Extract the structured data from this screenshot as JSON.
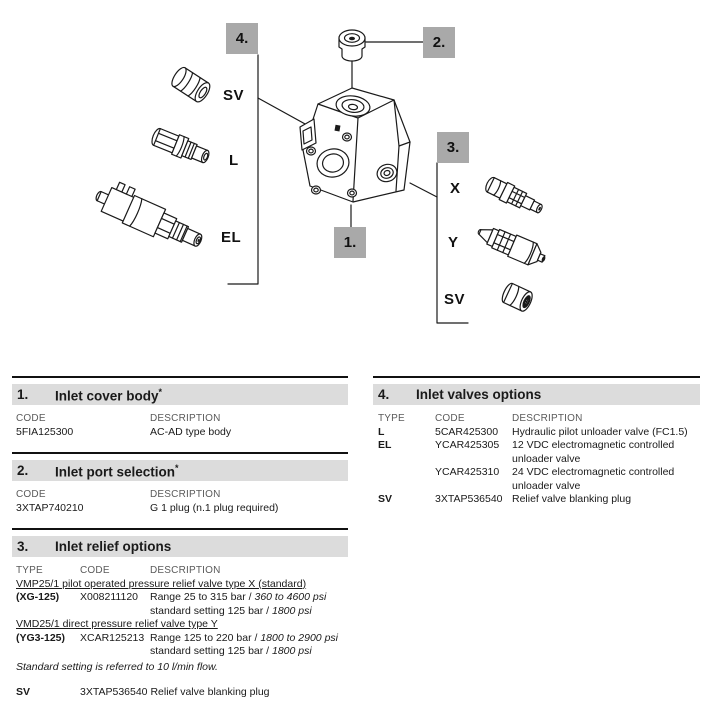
{
  "colors": {
    "callout_bg": "#a9a9a9",
    "section_bar_bg": "#dcdcdc",
    "line": "#1a1a1a",
    "muted_header": "#5a5a5a"
  },
  "diagram": {
    "callouts": {
      "item1": "1.",
      "item2": "2.",
      "item3": "3.",
      "item4": "4."
    },
    "labels": {
      "left_sv": "SV",
      "left_l": "L",
      "left_el": "EL",
      "right_x": "X",
      "right_y": "Y",
      "right_sv": "SV"
    },
    "icons": [
      "valve-body-drawing",
      "top-plug-drawing",
      "sv-blanking-plug-left-drawing",
      "l-unloader-valve-drawing",
      "el-solenoid-valve-drawing",
      "x-relief-valve-drawing",
      "y-relief-valve-drawing",
      "sv-blanking-plug-right-drawing"
    ]
  },
  "sections": {
    "s1": {
      "number": "1.",
      "title": "Inlet cover body",
      "marker": "*",
      "headers": {
        "code": "CODE",
        "description": "DESCRIPTION"
      },
      "row": {
        "code": "5FIA125300",
        "description": "AC-AD type body"
      }
    },
    "s2": {
      "number": "2.",
      "title": "Inlet port selection",
      "marker": "*",
      "headers": {
        "code": "CODE",
        "description": "DESCRIPTION"
      },
      "row": {
        "code": "3XTAP740210",
        "description": "G 1 plug (n.1 plug required)"
      }
    },
    "s3": {
      "number": "3.",
      "title": "Inlet relief options",
      "headers": {
        "type": "TYPE",
        "code": "CODE",
        "description": "DESCRIPTION"
      },
      "group1_title": "VMP25/1 pilot operated pressure relief valve type X (standard)",
      "row1": {
        "type": "(XG-125)",
        "code": "X008211120",
        "desc1_a": "Range 25 to 315 bar / ",
        "desc1_b": "360 to 4600 psi",
        "desc2_a": "standard setting 125 bar / ",
        "desc2_b": "1800 psi"
      },
      "group2_title": "VMD25/1 direct pressure relief valve type Y",
      "row2": {
        "type": "(YG3-125)",
        "code": "XCAR125213",
        "desc1_a": "Range 125 to 220 bar / ",
        "desc1_b": "1800 to 2900 psi",
        "desc2_a": "standard setting 125 bar / ",
        "desc2_b": "1800 psi"
      },
      "note": "Standard setting is referred to 10 l/min flow.",
      "sv_row": {
        "type": "SV",
        "text": "3XTAP536540 Relief valve blanking plug"
      }
    },
    "s4": {
      "number": "4.",
      "title": "Inlet valves options",
      "headers": {
        "type": "TYPE",
        "code": "CODE",
        "description": "DESCRIPTION"
      },
      "rows": [
        {
          "type": "L",
          "code": "5CAR425300",
          "description": "Hydraulic pilot unloader valve (FC1.5)"
        },
        {
          "type": "EL",
          "code": "YCAR425305",
          "description": "12 VDC electromagnetic controlled unloader valve"
        },
        {
          "type": "",
          "code": "YCAR425310",
          "description": "24 VDC electromagnetic controlled unloader valve"
        },
        {
          "type": "SV",
          "code": "3XTAP536540",
          "description": "Relief valve blanking plug"
        }
      ]
    }
  }
}
